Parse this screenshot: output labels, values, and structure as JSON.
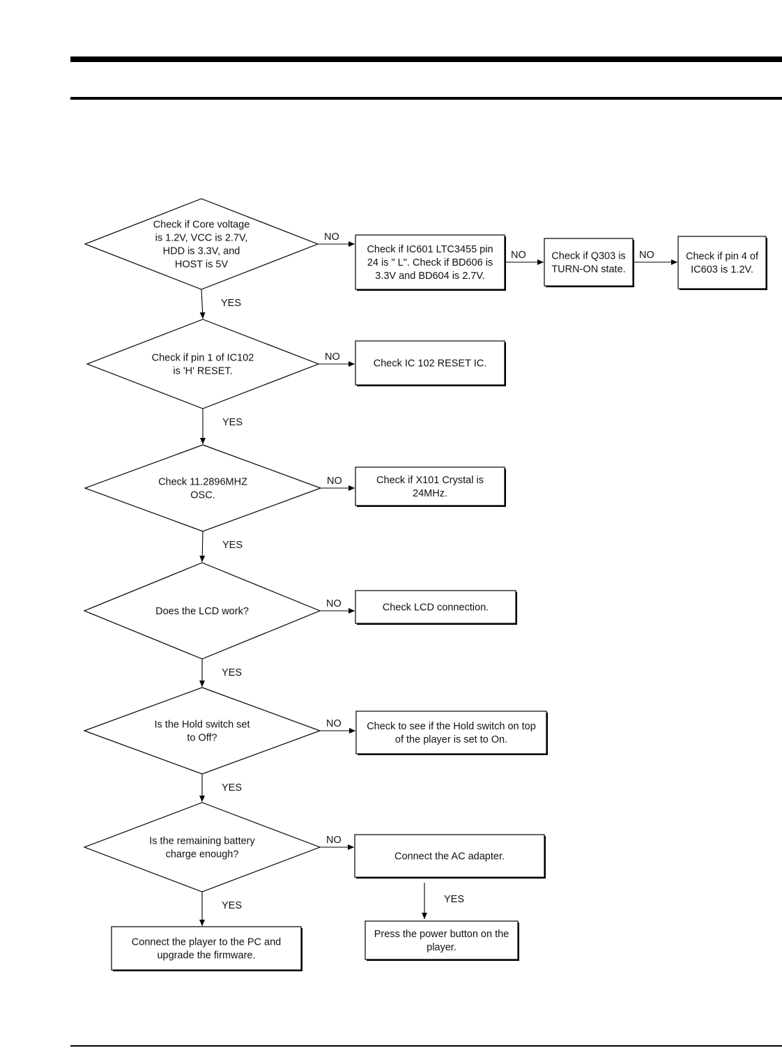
{
  "diagram": {
    "decisions": [
      {
        "id": "d1",
        "lines": [
          "Check if Core voltage",
          "is 1.2V, VCC is 2.7V,",
          "HDD is 3.3V, and",
          "HOST is 5V"
        ]
      },
      {
        "id": "d2",
        "lines": [
          "Check if pin 1 of IC102",
          "is 'H' RESET."
        ]
      },
      {
        "id": "d3",
        "lines": [
          "Check 11.2896MHZ",
          "OSC."
        ]
      },
      {
        "id": "d4",
        "lines": [
          "Does the LCD work?"
        ]
      },
      {
        "id": "d5",
        "lines": [
          "Is the Hold switch set",
          "to Off?"
        ]
      },
      {
        "id": "d6",
        "lines": [
          "Is the remaining battery",
          "charge enough?"
        ]
      }
    ],
    "boxes": [
      {
        "id": "b1a",
        "lines": [
          "Check if IC601 LTC3455 pin",
          "24 is \" L\". Check if BD606 is",
          "3.3V and BD604 is 2.7V."
        ]
      },
      {
        "id": "b1b",
        "lines": [
          "Check if Q303 is",
          "TURN-ON state."
        ]
      },
      {
        "id": "b1c",
        "lines": [
          "Check if pin 4 of",
          "IC603 is 1.2V."
        ]
      },
      {
        "id": "b2",
        "lines": [
          "Check IC 102 RESET IC."
        ]
      },
      {
        "id": "b3",
        "lines": [
          "Check if X101 Crystal is",
          "24MHz."
        ]
      },
      {
        "id": "b4",
        "lines": [
          "Check LCD connection."
        ]
      },
      {
        "id": "b5",
        "lines": [
          "Check to see if the Hold switch on top",
          "of the player is set to On."
        ]
      },
      {
        "id": "b6",
        "lines": [
          "Connect the AC adapter."
        ]
      },
      {
        "id": "b7",
        "lines": [
          "Press the power button on the",
          "player."
        ]
      },
      {
        "id": "b8",
        "lines": [
          "Connect the player to the PC and",
          "upgrade the firmware."
        ]
      }
    ],
    "edges": [
      {
        "from": "d1",
        "to": "b1a",
        "label": "NO"
      },
      {
        "from": "b1a",
        "to": "b1b",
        "label": "NO"
      },
      {
        "from": "b1b",
        "to": "b1c",
        "label": "NO"
      },
      {
        "from": "d1",
        "to": "d2",
        "label": "YES"
      },
      {
        "from": "d2",
        "to": "b2",
        "label": "NO"
      },
      {
        "from": "d2",
        "to": "d3",
        "label": "YES"
      },
      {
        "from": "d3",
        "to": "b3",
        "label": "NO"
      },
      {
        "from": "d3",
        "to": "d4",
        "label": "YES"
      },
      {
        "from": "d4",
        "to": "b4",
        "label": "NO"
      },
      {
        "from": "d4",
        "to": "d5",
        "label": "YES"
      },
      {
        "from": "d5",
        "to": "b5",
        "label": "NO"
      },
      {
        "from": "d5",
        "to": "d6",
        "label": "YES"
      },
      {
        "from": "d6",
        "to": "b6",
        "label": "NO"
      },
      {
        "from": "b6",
        "to": "b7",
        "label": "YES"
      },
      {
        "from": "d6",
        "to": "b8",
        "label": "YES"
      }
    ]
  }
}
